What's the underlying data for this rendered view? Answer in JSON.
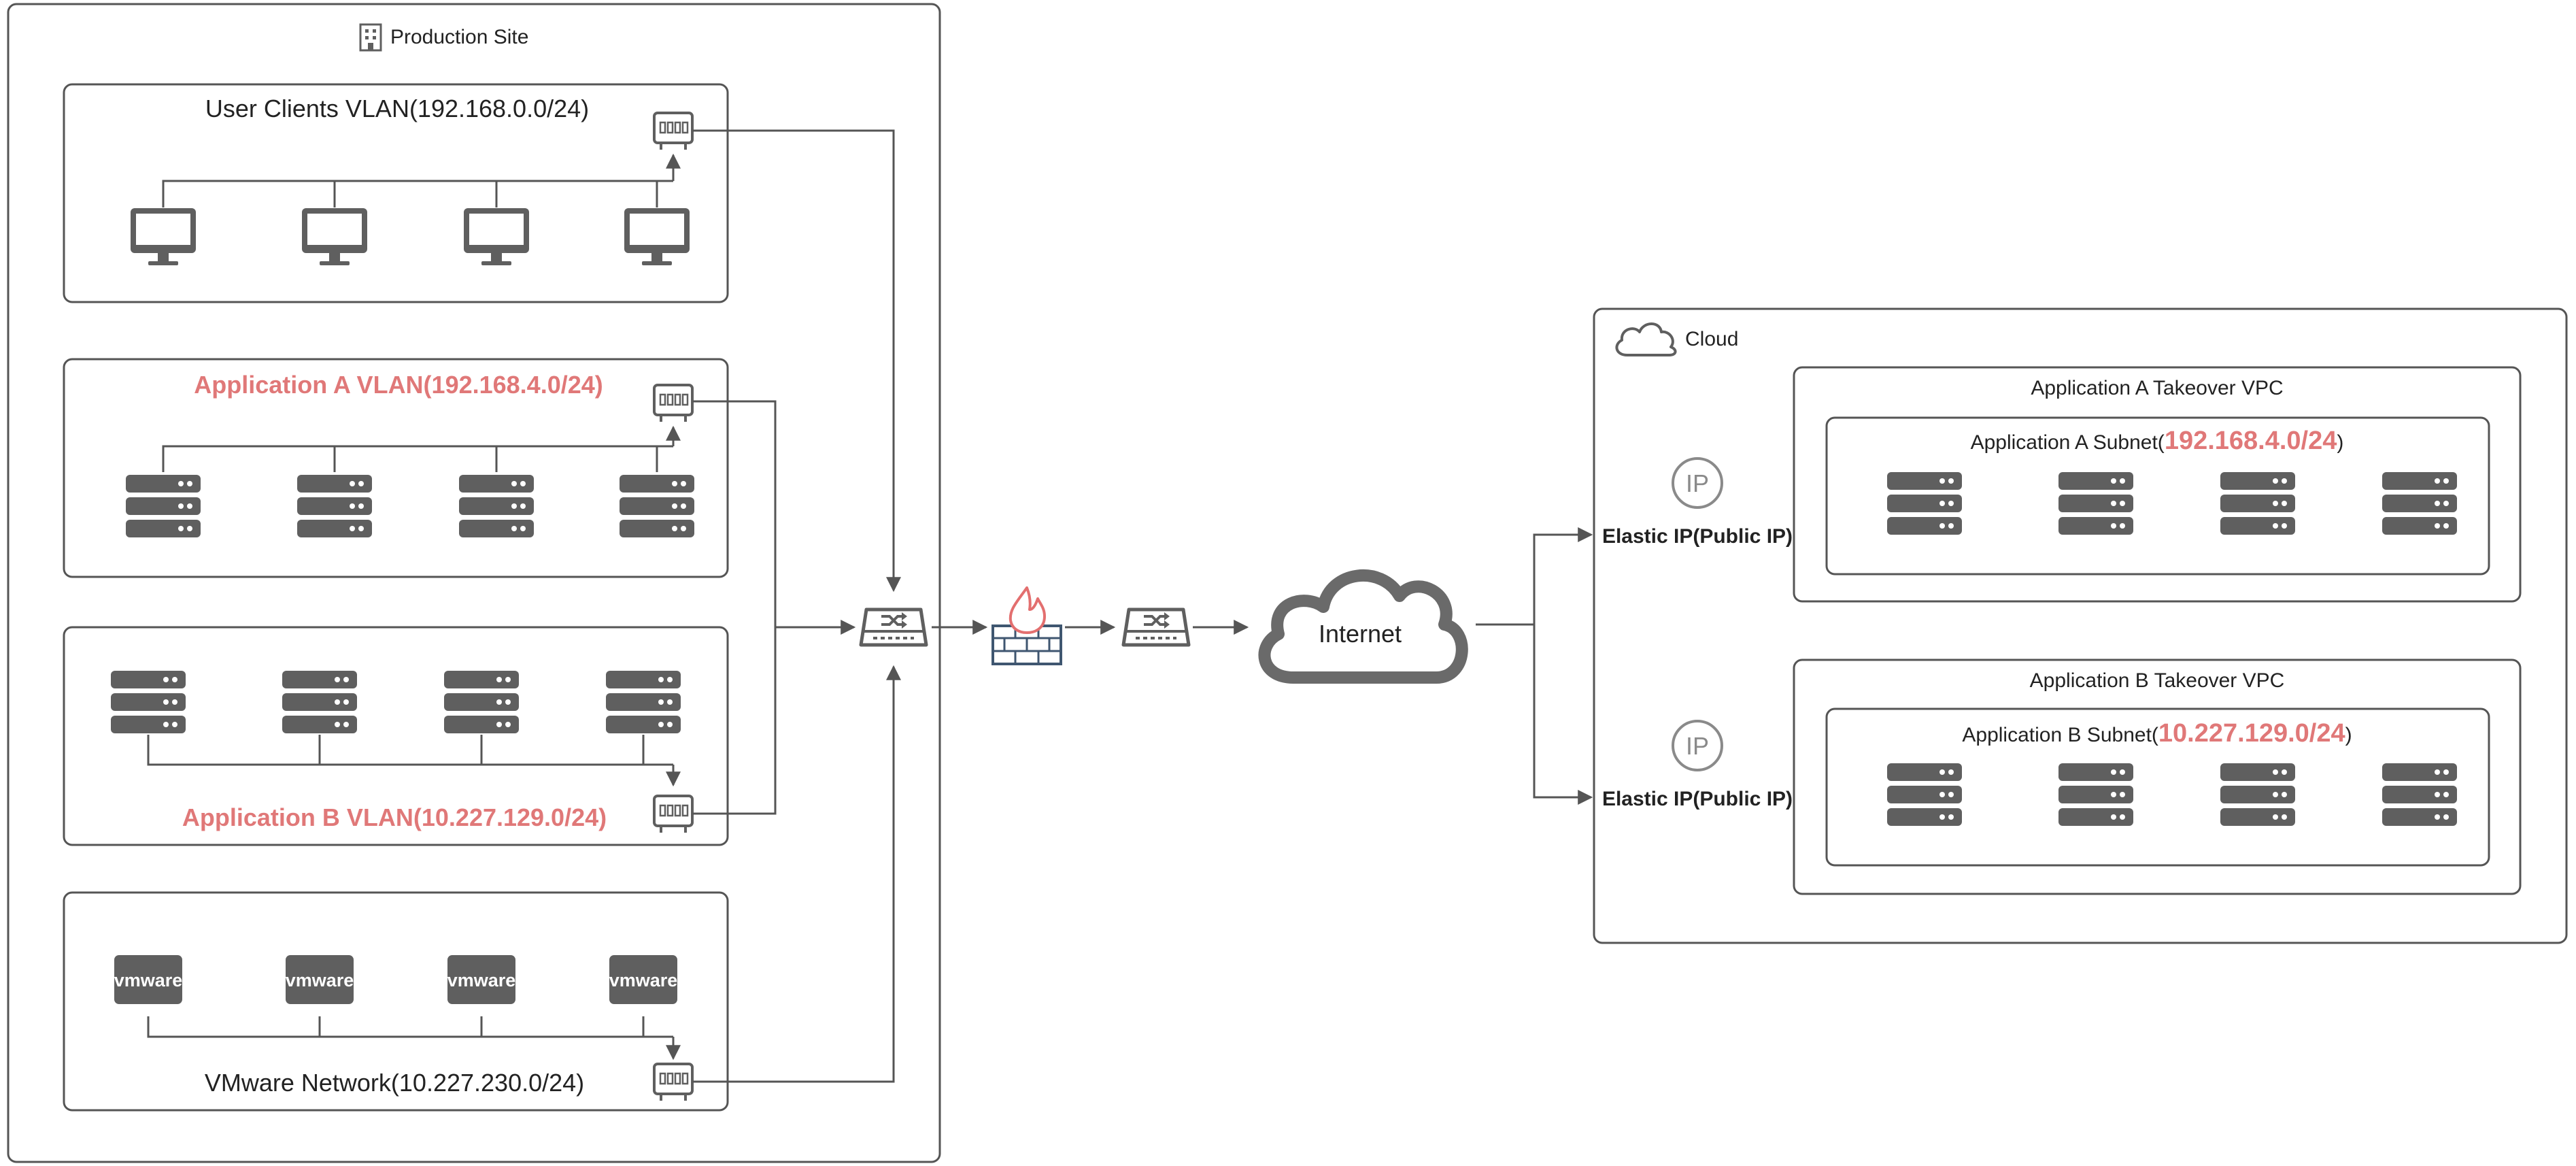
{
  "production_site": {
    "title": "Production Site",
    "user_vlan": {
      "label": "User Clients VLAN(192.168.0.0/24)"
    },
    "app_a_vlan": {
      "label": "Application A VLAN(192.168.4.0/24)"
    },
    "app_b_vlan": {
      "label": "Application B VLAN(10.227.129.0/24)"
    },
    "vmware_network": {
      "label": "VMware Network(10.227.230.0/24)",
      "vm_logo_text": "vmware"
    }
  },
  "internet": {
    "label": "Internet"
  },
  "cloud": {
    "title": "Cloud",
    "eip_a": {
      "label": "Elastic IP(Public IP)",
      "icon_text": "IP"
    },
    "eip_b": {
      "label": "Elastic IP(Public IP)",
      "icon_text": "IP"
    },
    "vpc_a": {
      "title": "Application A Takeover VPC",
      "subnet_prefix": "Application A Subnet(",
      "subnet_cidr": "192.168.4.0/24",
      "subnet_suffix": ")"
    },
    "vpc_b": {
      "title": "Application B Takeover VPC",
      "subnet_prefix": "Application B Subnet(",
      "subnet_cidr": "10.227.129.0/24",
      "subnet_suffix": ")"
    }
  },
  "colors": {
    "highlight": "#e07878",
    "line": "#555555",
    "icon": "#5f5f5f"
  },
  "icons": [
    "building-icon",
    "monitor-icon",
    "server-icon",
    "vmware-icon",
    "access-switch-icon",
    "core-switch-icon",
    "firewall-icon",
    "router-icon",
    "cloud-icon",
    "ip-icon"
  ]
}
